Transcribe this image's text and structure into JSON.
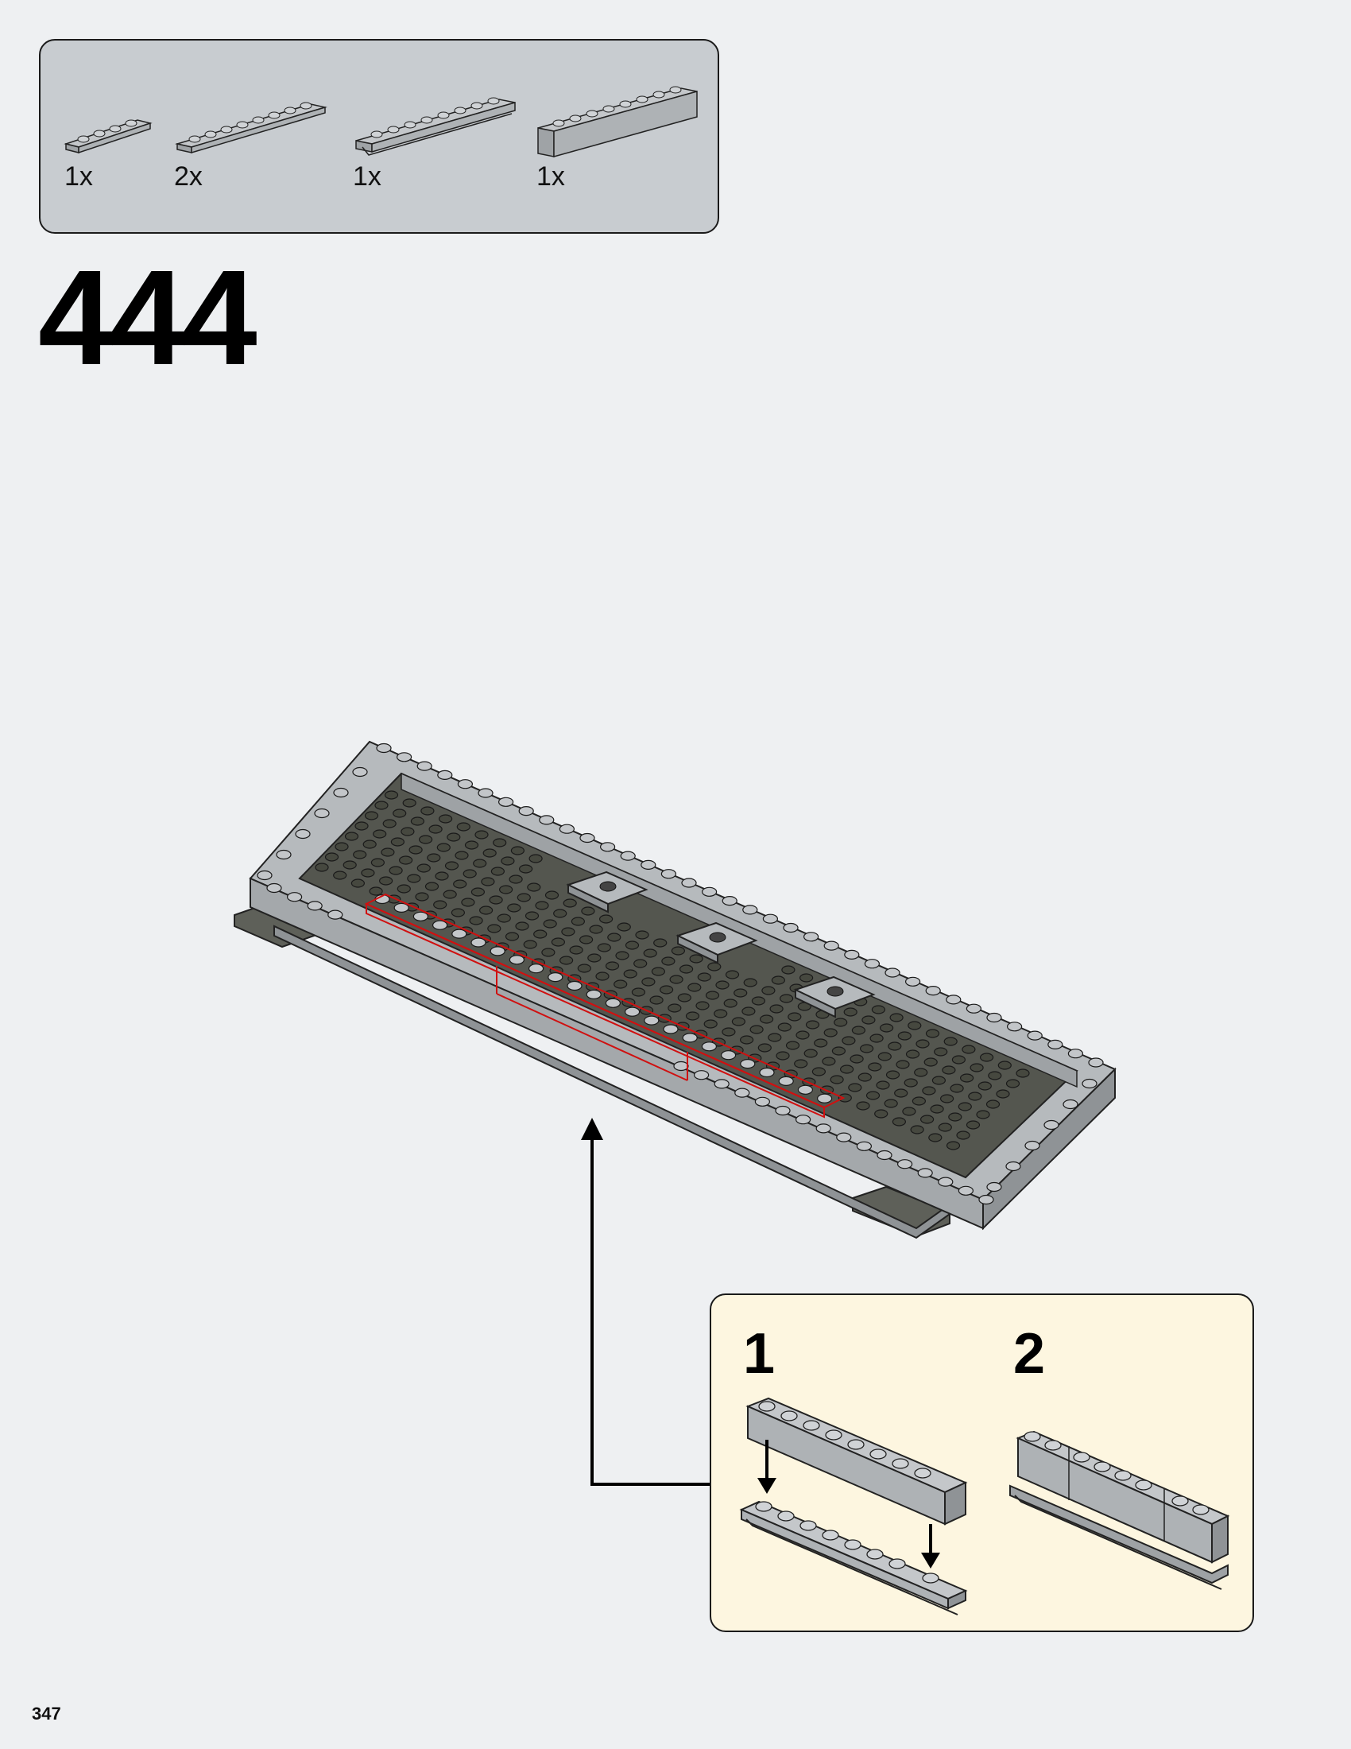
{
  "parts_list": {
    "items": [
      {
        "quantity": "1x",
        "part_icon": "plate-1x4-icon"
      },
      {
        "quantity": "2x",
        "part_icon": "plate-1x8-icon"
      },
      {
        "quantity": "1x",
        "part_icon": "modified-plate-1x8-with-door-rail-icon"
      },
      {
        "quantity": "1x",
        "part_icon": "brick-1x8-icon"
      }
    ]
  },
  "step": {
    "number": "444"
  },
  "sub_assembly": {
    "steps": [
      {
        "number": "1"
      },
      {
        "number": "2"
      }
    ]
  },
  "page": {
    "number": "347"
  },
  "colors": {
    "background": "#eef0f2",
    "parts_box": "#c8ccd0",
    "sub_assembly_box": "#fdf6e0",
    "light_bluish_gray": "#b6babd",
    "dark_bluish_gray": "#5e6059",
    "highlight": "#d01010"
  }
}
